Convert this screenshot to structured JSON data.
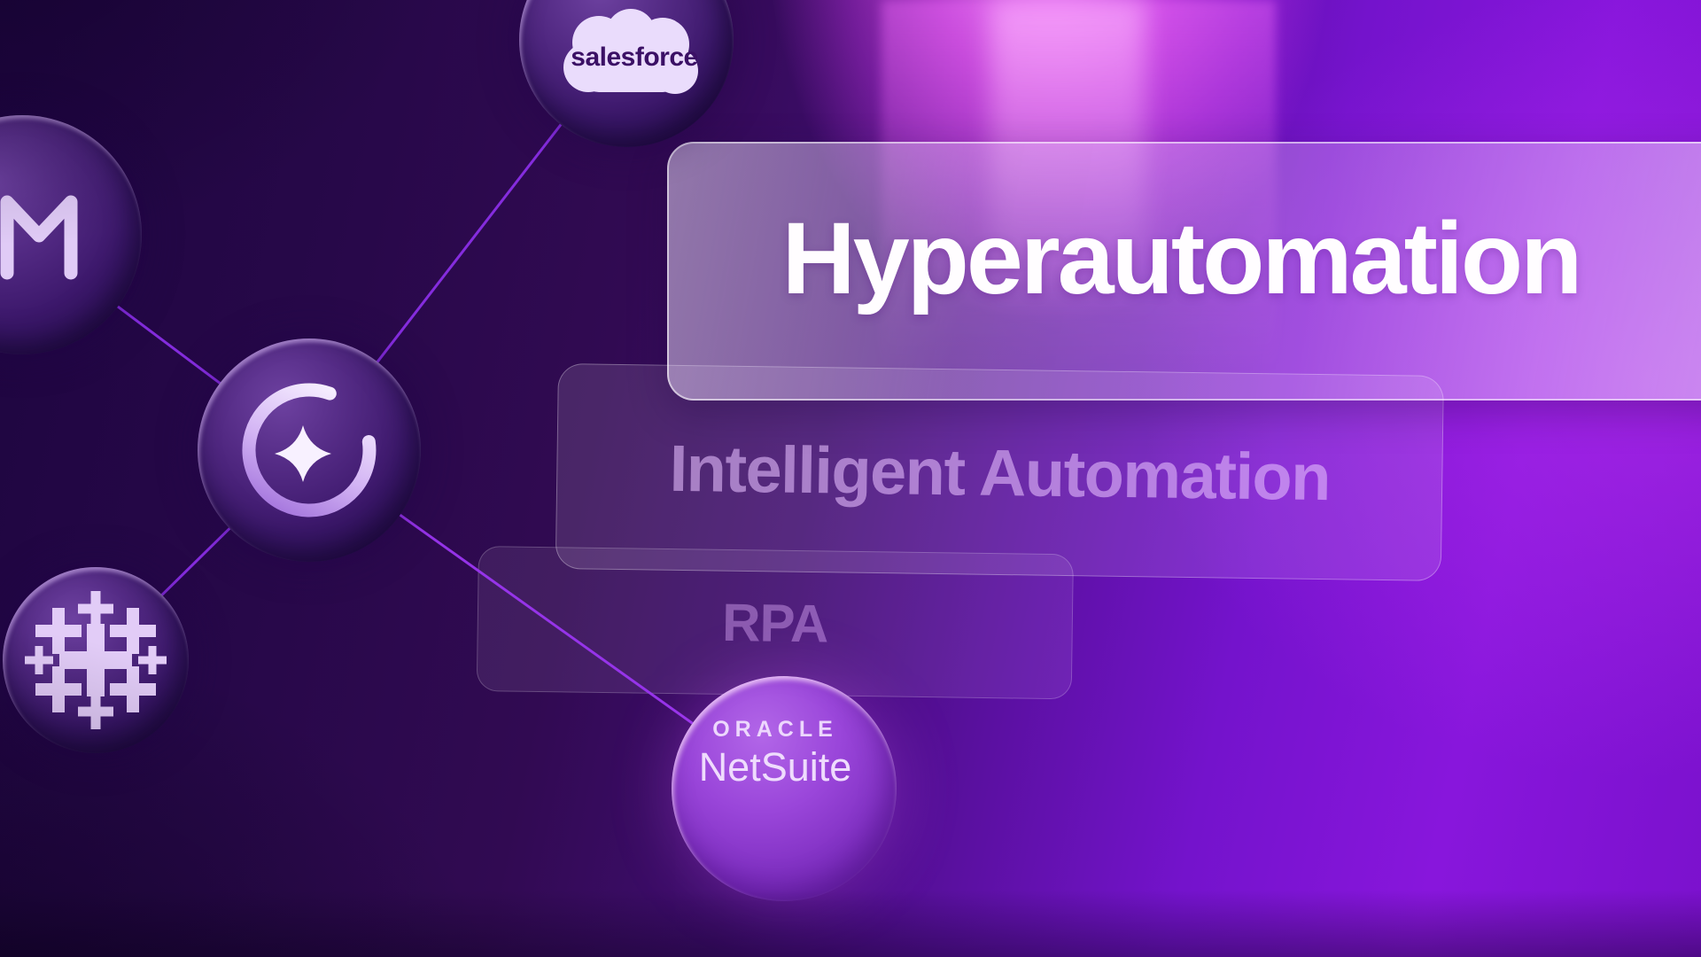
{
  "panels": {
    "hyperautomation": {
      "label": "Hyperautomation"
    },
    "intelligent_automation": {
      "label": "Intelligent Automation"
    },
    "rpa": {
      "label": "RPA"
    }
  },
  "nodes": {
    "salesforce": {
      "label": "salesforce"
    },
    "netsuite": {
      "brand": "ORACLE",
      "product": "NetSuite"
    },
    "gmail": {
      "icon": "gmail-m-icon"
    },
    "ai_core": {
      "icon": "ai-sparkle-ring-icon"
    },
    "tableau": {
      "icon": "tableau-crosses-icon"
    }
  },
  "connections": [
    {
      "from": "gmail",
      "to": "ai_core"
    },
    {
      "from": "salesforce",
      "to": "ai_core"
    },
    {
      "from": "tableau",
      "to": "ai_core"
    },
    {
      "from": "netsuite",
      "to": "ai_core"
    }
  ],
  "colors": {
    "background_dark": "#24073f",
    "background_bright": "#8816dc",
    "glow_magenta": "#f054fa",
    "line_purple": "#8a2ee6",
    "icon_lavender": "#e4d0f8",
    "title_white": "#fffdff",
    "faded_label_purple": "#cf9ae8"
  }
}
